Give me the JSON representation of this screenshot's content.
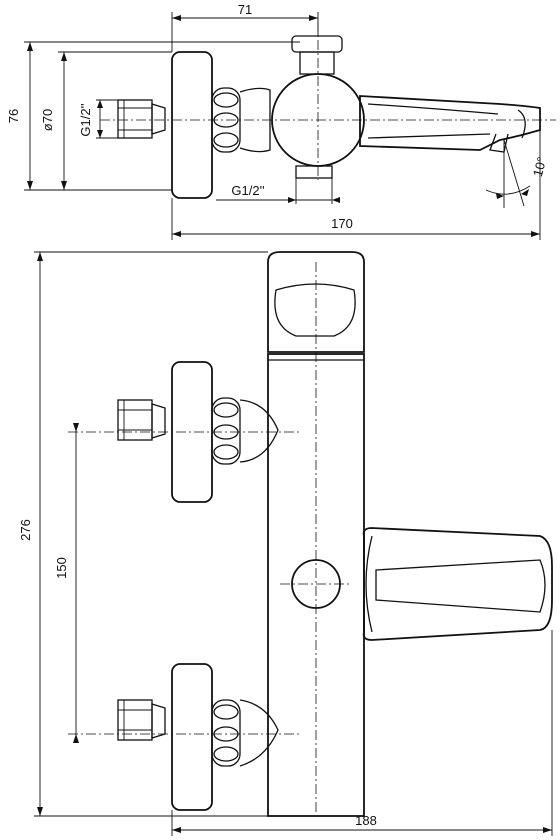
{
  "dimensions": {
    "top_width": "71",
    "top_height": "76",
    "diameter": "ø70",
    "thread_side": "G1/2''",
    "thread_bottom": "G1/2''",
    "length_top": "170",
    "angle": "10°",
    "height_front": "276",
    "center_distance": "150",
    "length_front": "188"
  }
}
